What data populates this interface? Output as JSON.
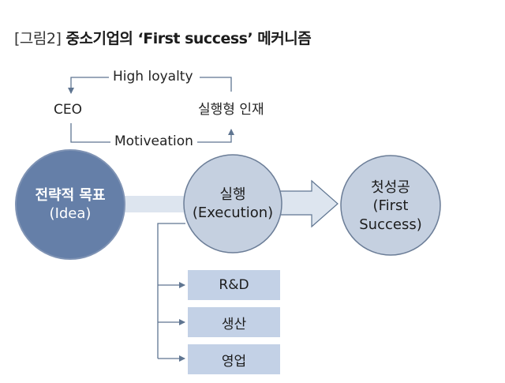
{
  "title": {
    "tag": "[그림2]",
    "text": "중소기업의 ‘First success’ 메커니즘"
  },
  "loop": {
    "top_label": "High loyalty",
    "left_label": "CEO",
    "right_label": "실행형 인재",
    "bottom_label": "Motiveation"
  },
  "nodes": {
    "strategy": {
      "line1": "전략적 목표",
      "line2": "(Idea)"
    },
    "execution": {
      "line1": "실행",
      "line2": "(Execution)"
    },
    "first_success": {
      "line1": "첫성공",
      "line2": "(First",
      "line3": "Success)"
    }
  },
  "boxes": [
    "R&D",
    "생산",
    "영업"
  ],
  "colors": {
    "dark_circle": "#657fa8",
    "light_circle": "#c5d0e0",
    "circle_border": "#6b7d97",
    "box_fill": "#c3d1e6",
    "arrow_fill": "#dde5ef",
    "line": "#5f7591"
  }
}
